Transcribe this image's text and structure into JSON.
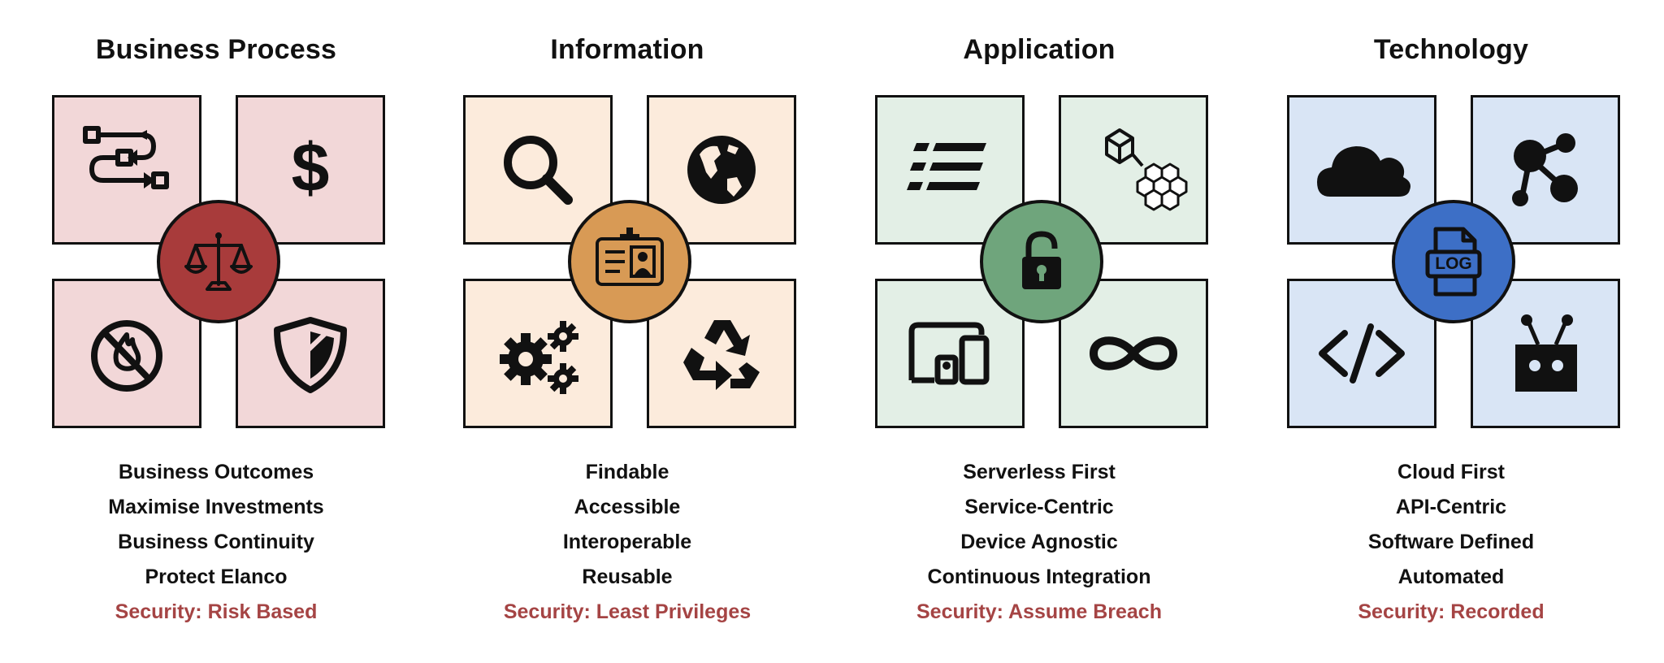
{
  "columns": [
    {
      "title": "Business Process",
      "tile_color": "#f2d7d8",
      "hub_color": "#a83b3b",
      "icons": [
        "process-flow-icon",
        "dollar-icon",
        "no-fire-icon",
        "shield-icon"
      ],
      "hub_icon": "scales-icon",
      "items": [
        "Business Outcomes",
        "Maximise Investments",
        "Business Continuity",
        "Protect Elanco"
      ],
      "security": "Security: Risk Based"
    },
    {
      "title": "Information",
      "tile_color": "#fcebdc",
      "hub_color": "#d89a55",
      "icons": [
        "magnifier-icon",
        "globe-icon",
        "gears-icon",
        "recycle-icon"
      ],
      "hub_icon": "id-badge-icon",
      "items": [
        "Findable",
        "Accessible",
        "Interoperable",
        "Reusable"
      ],
      "security": "Security: Least Privileges"
    },
    {
      "title": "Application",
      "tile_color": "#e3efe6",
      "hub_color": "#6fa57c",
      "icons": [
        "list-icon",
        "cubes-icon",
        "devices-icon",
        "infinity-icon"
      ],
      "hub_icon": "padlock-icon",
      "items": [
        "Serverless First",
        "Service-Centric",
        "Device Agnostic",
        "Continuous Integration"
      ],
      "security": "Security: Assume Breach"
    },
    {
      "title": "Technology",
      "tile_color": "#d9e5f5",
      "hub_color": "#3d6fc6",
      "icons": [
        "cloud-icon",
        "share-nodes-icon",
        "code-icon",
        "robot-icon"
      ],
      "hub_icon": "log-file-icon",
      "items": [
        "Cloud First",
        "API-Centric",
        "Software Defined",
        "Automated"
      ],
      "security": "Security: Recorded"
    }
  ],
  "hub_label_log": "LOG",
  "security_color": "#a54444"
}
